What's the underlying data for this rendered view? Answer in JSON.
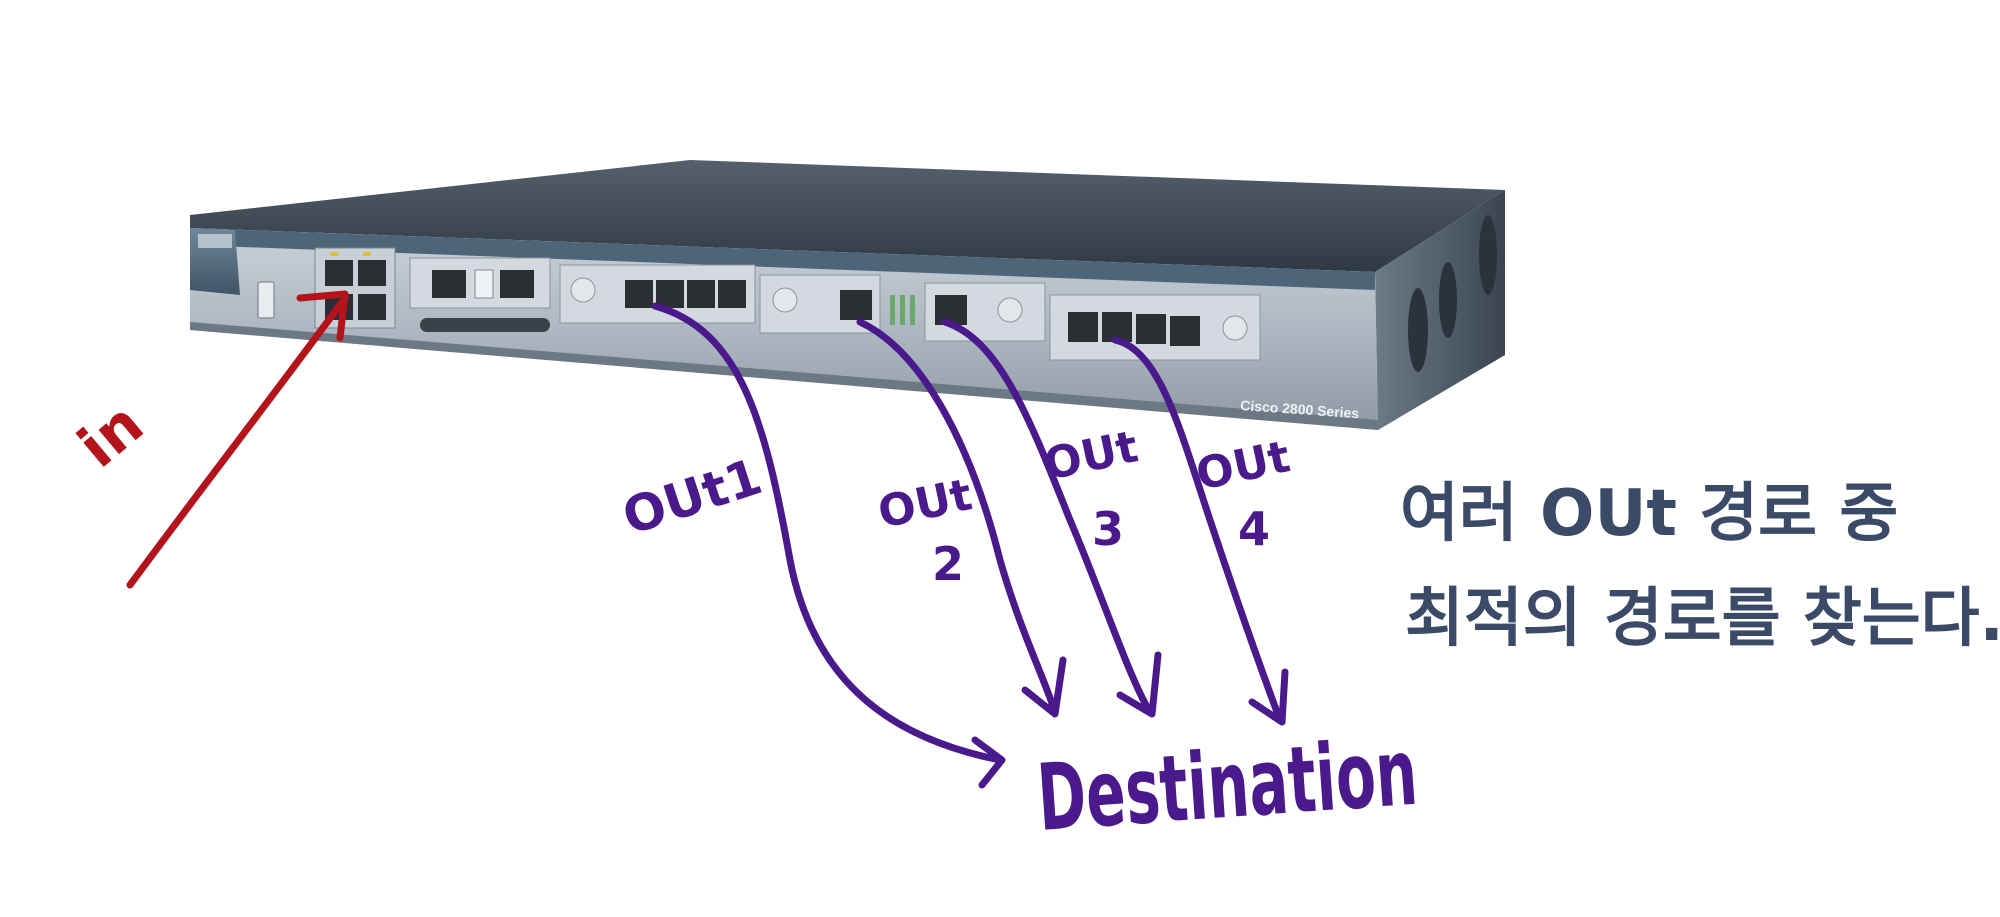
{
  "device": {
    "brand_label": "Cisco 2800 Series"
  },
  "labels": {
    "in": "in",
    "out1": "OUt1",
    "out2_word": "OUt",
    "out2_num": "2",
    "out3_word": "OUt",
    "out3_num": "3",
    "out4_word": "OUt",
    "out4_num": "4",
    "destination": "Destination"
  },
  "note": {
    "line1": "여러 OUt 경로 중",
    "line2": "최적의 경로를 찾는다."
  },
  "colors": {
    "in_arrow": "#b3141b",
    "out_arrows": "#4a1a8c",
    "note_text": "#3b4a66",
    "router_top": "#3e4a57",
    "router_front": "#a9b3bd",
    "router_bezel": "#5b7285"
  }
}
